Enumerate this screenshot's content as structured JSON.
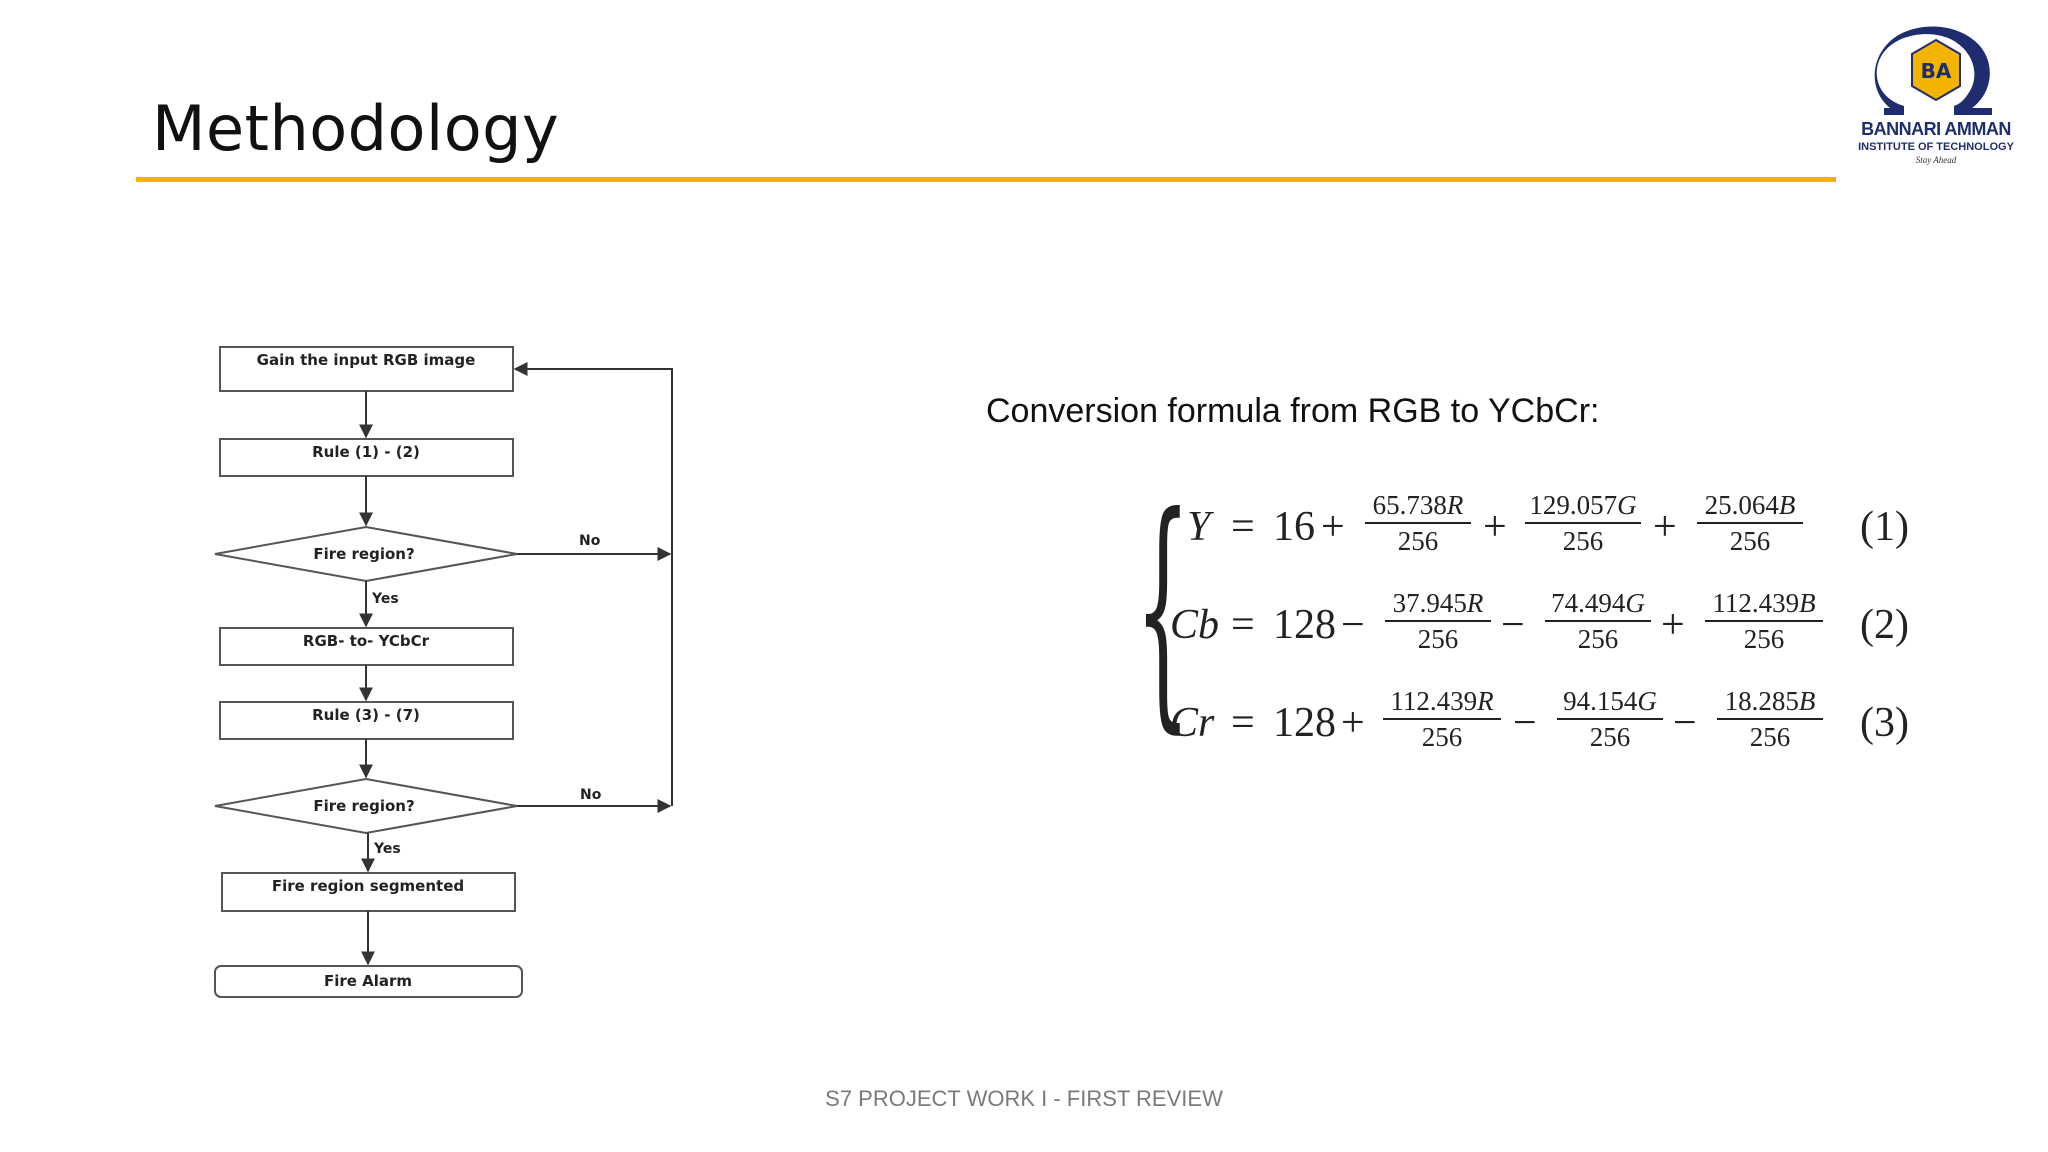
{
  "slide": {
    "title": "Methodology",
    "footer": "S7 PROJECT WORK I - FIRST REVIEW",
    "accent_color": "#f2b400"
  },
  "logo": {
    "name": "BANNARI AMMAN",
    "subtitle": "INSTITUTE OF TECHNOLOGY",
    "tagline": "Stay Ahead",
    "emblem_icon": "omega-emblem-icon",
    "emblem_letters": "BA"
  },
  "flowchart": {
    "steps": [
      {
        "id": "input",
        "shape": "process",
        "label": "Gain the input RGB image"
      },
      {
        "id": "rule12",
        "shape": "process",
        "label": "Rule (1) - (2)"
      },
      {
        "id": "decision1",
        "shape": "decision",
        "label": "Fire region?"
      },
      {
        "id": "convert",
        "shape": "process",
        "label": "RGB- to- YCbCr"
      },
      {
        "id": "rule37",
        "shape": "process",
        "label": "Rule (3) - (7)"
      },
      {
        "id": "decision2",
        "shape": "decision",
        "label": "Fire region?"
      },
      {
        "id": "segmented",
        "shape": "process",
        "label": "Fire region segmented"
      },
      {
        "id": "alarm",
        "shape": "terminal",
        "label": "Fire Alarm"
      }
    ],
    "edges": [
      {
        "from": "input",
        "to": "rule12",
        "label": ""
      },
      {
        "from": "rule12",
        "to": "decision1",
        "label": ""
      },
      {
        "from": "decision1",
        "to": "convert",
        "label": "Yes"
      },
      {
        "from": "decision1",
        "to": "input",
        "label": "No"
      },
      {
        "from": "convert",
        "to": "rule37",
        "label": ""
      },
      {
        "from": "rule37",
        "to": "decision2",
        "label": ""
      },
      {
        "from": "decision2",
        "to": "segmented",
        "label": "Yes"
      },
      {
        "from": "decision2",
        "to": "input",
        "label": "No"
      },
      {
        "from": "segmented",
        "to": "alarm",
        "label": ""
      }
    ]
  },
  "conversion": {
    "heading": "Conversion formula from RGB to YCbCr:",
    "equations": [
      {
        "lhs_var": "Y",
        "equals": "=",
        "constant": "16",
        "terms": [
          {
            "sign": "+",
            "coef": "65.738",
            "var": "R",
            "den": "256"
          },
          {
            "sign": "+",
            "coef": "129.057",
            "var": "G",
            "den": "256"
          },
          {
            "sign": "+",
            "coef": "25.064",
            "var": "B",
            "den": "256"
          }
        ],
        "number": "(1)"
      },
      {
        "lhs_var": "Cb",
        "equals": "=",
        "constant": "128",
        "terms": [
          {
            "sign": "−",
            "coef": "37.945",
            "var": "R",
            "den": "256"
          },
          {
            "sign": "−",
            "coef": "74.494",
            "var": "G",
            "den": "256"
          },
          {
            "sign": "+",
            "coef": "112.439",
            "var": "B",
            "den": "256"
          }
        ],
        "number": "(2)"
      },
      {
        "lhs_var": "Cr",
        "equals": "=",
        "constant": "128",
        "terms": [
          {
            "sign": "+",
            "coef": "112.439",
            "var": "R",
            "den": "256"
          },
          {
            "sign": "−",
            "coef": "94.154",
            "var": "G",
            "den": "256"
          },
          {
            "sign": "−",
            "coef": "18.285",
            "var": "B",
            "den": "256"
          }
        ],
        "number": "(3)"
      }
    ]
  }
}
